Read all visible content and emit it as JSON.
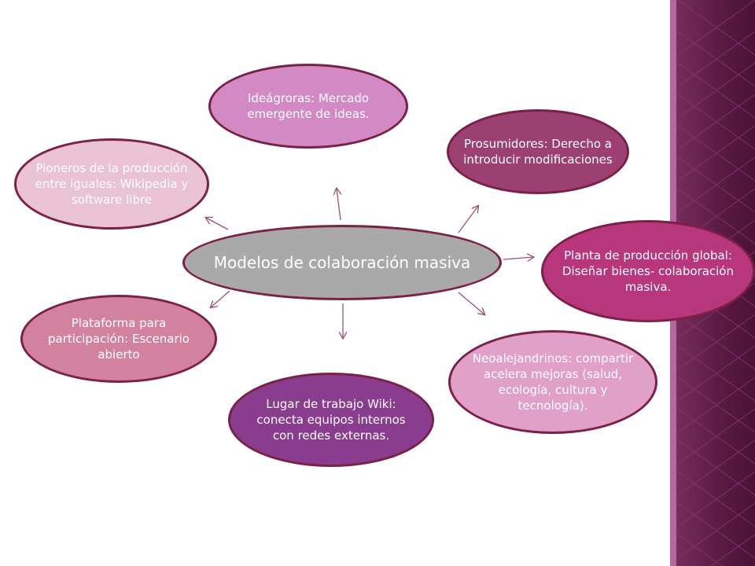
{
  "center": {
    "label": "Modelos de colaboración masiva"
  },
  "nodes": {
    "ideas": "Ideágroras: Mercado emergente de ideas.",
    "prosumidores": "Prosumidores: Derecho a introducir modificaciones",
    "planta": "Planta de producción global: Diseñar bienes- colaboración masiva.",
    "neoalejandrinos": "Neoalejandrinos: compartir acelera mejoras (salud, ecología, cultura y tecnología).",
    "lugar_trabajo": "Lugar de trabajo Wiki: conecta equipos internos con redes externas.",
    "plataforma": "Plataforma para participación: Escenario abierto",
    "pioneros": "Pioneros de la producción entre iguales: Wikipedia y software libre"
  },
  "colors": {
    "center": "#a9a9a9",
    "border": "#7b2046",
    "arrow": "#a0506e"
  }
}
